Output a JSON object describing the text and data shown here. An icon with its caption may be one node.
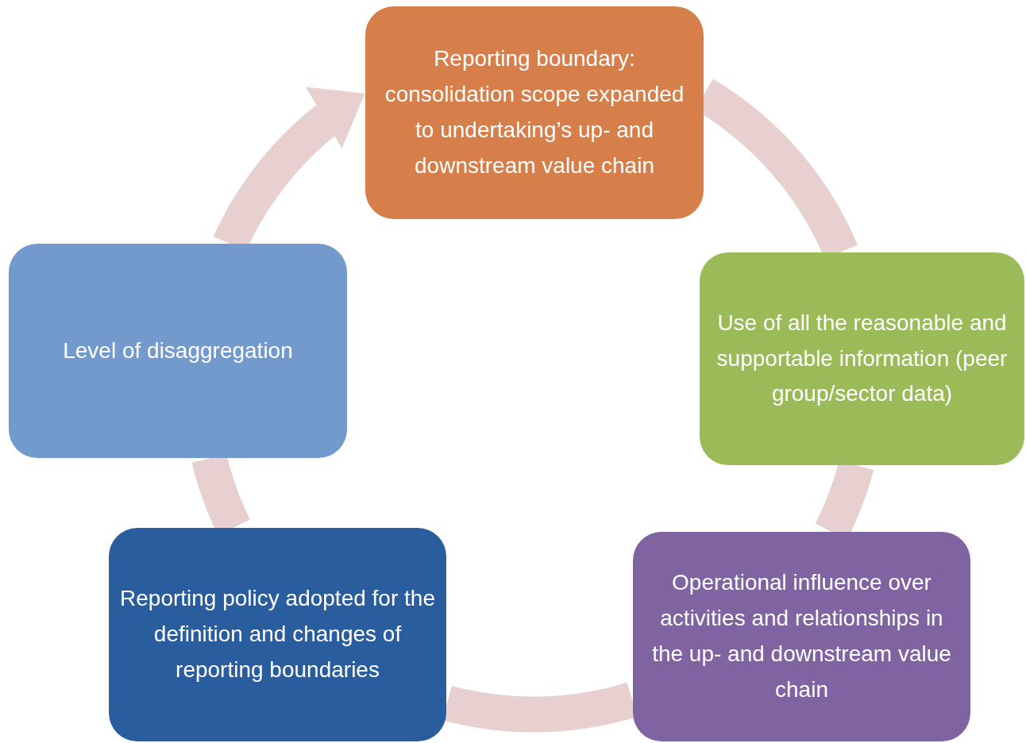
{
  "diagram": {
    "nodes": [
      {
        "text": [
          "Reporting boundary: consolidation scope expanded to undertaking’s up- and downstream value chain"
        ]
      },
      {
        "text": [
          "Use of all the reasonable and supportable information (peer group/sector data)"
        ]
      },
      {
        "text": [
          "Operational influence over activities and relationships in the up- and downstream value chain"
        ]
      },
      {
        "text": [
          "Reporting policy adopted for the definition and changes of reporting boundaries"
        ]
      },
      {
        "text": [
          "Level of disaggregation"
        ]
      }
    ],
    "edges": [
      {
        "from": 0,
        "to": 1,
        "arrow": "none"
      },
      {
        "from": 1,
        "to": 2,
        "arrow": "none"
      },
      {
        "from": 2,
        "to": 3,
        "arrow": "none"
      },
      {
        "from": 3,
        "to": 4,
        "arrow": "none"
      },
      {
        "from": 4,
        "to": 0,
        "arrow": "to"
      }
    ]
  }
}
